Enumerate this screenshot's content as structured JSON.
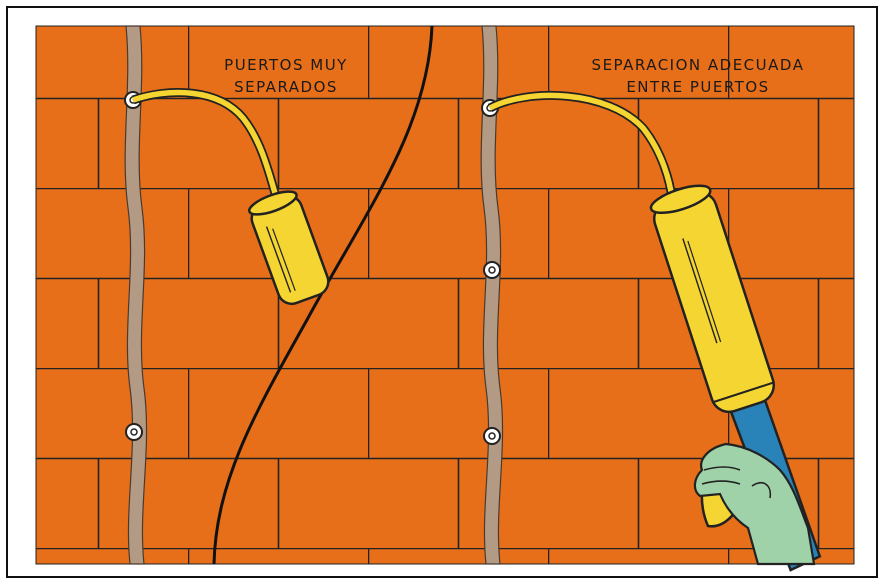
{
  "labels": {
    "left_line1": "PUERTOS MUY",
    "left_line2": "SEPARADOS",
    "right_line1": "SEPARACION ADECUADA",
    "right_line2": "ENTRE PUERTOS"
  },
  "colors": {
    "brick": "#e86f1a",
    "mortar": "#1a1a1a",
    "joint_sealant": "#b39a84",
    "port_ring": "#ffffff",
    "nozzle_yellow": "#f4d531",
    "handle_blue": "#2a83b8",
    "hand_green": "#9fd2a8"
  },
  "icons": {
    "left_injector": "injection-gun-icon",
    "right_injector": "injection-gun-icon",
    "hand": "hand-icon"
  }
}
